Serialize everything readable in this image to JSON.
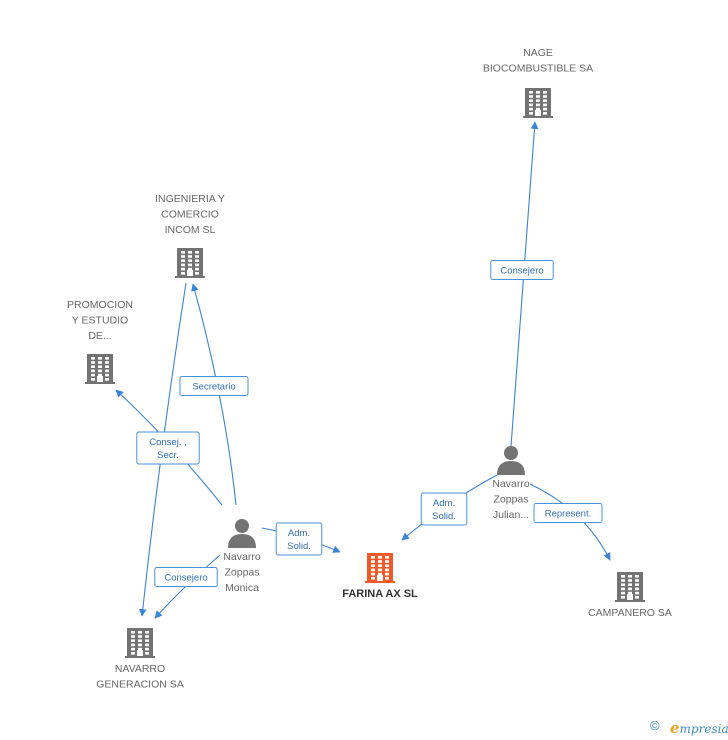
{
  "colors": {
    "edge": "#3a84d6",
    "building": "#737373",
    "building_main": "#f05a28",
    "person": "#737373"
  },
  "nodes": [
    {
      "id": "nage",
      "type": "company",
      "lines": [
        "NAGE",
        "BIOCOMBUSTIBLE SA"
      ],
      "icon": "building-icon"
    },
    {
      "id": "ingenieria",
      "type": "company",
      "lines": [
        "INGENIERIA Y",
        "COMERCIO",
        "INCOM SL"
      ],
      "icon": "building-icon"
    },
    {
      "id": "promocion",
      "type": "company",
      "lines": [
        "PROMOCION",
        "Y ESTUDIO",
        "DE..."
      ],
      "icon": "building-icon"
    },
    {
      "id": "farina",
      "type": "company",
      "main": true,
      "lines": [
        "FARINA AX SL"
      ],
      "icon": "building-icon"
    },
    {
      "id": "campanero",
      "type": "company",
      "lines": [
        "CAMPANERO SA"
      ],
      "icon": "building-icon"
    },
    {
      "id": "navarro_gen",
      "type": "company",
      "lines": [
        "NAVARRO",
        "GENERACION SA"
      ],
      "icon": "building-icon"
    },
    {
      "id": "monica",
      "type": "person",
      "lines": [
        "Navarro",
        "Zoppas",
        "Monica"
      ],
      "icon": "person-icon"
    },
    {
      "id": "julian",
      "type": "person",
      "lines": [
        "Navarro",
        "Zoppas",
        "Julian..."
      ],
      "icon": "person-icon"
    }
  ],
  "edges": [
    {
      "id": "julian-nage",
      "from": "julian",
      "to": "nage",
      "label": [
        "Consejero"
      ]
    },
    {
      "id": "julian-farina",
      "from": "julian",
      "to": "farina",
      "label": [
        "Adm.",
        "Solid."
      ]
    },
    {
      "id": "julian-campanero",
      "from": "julian",
      "to": "campanero",
      "label": [
        "Represent."
      ]
    },
    {
      "id": "monica-farina",
      "from": "monica",
      "to": "farina",
      "label": [
        "Adm.",
        "Solid."
      ]
    },
    {
      "id": "monica-ingenieria",
      "from": "monica",
      "to": "ingenieria",
      "label": [
        "Secretario"
      ]
    },
    {
      "id": "monica-promocion",
      "from": "monica",
      "to": "promocion",
      "label": [
        "Consej. ,",
        "Secr."
      ]
    },
    {
      "id": "monica-navarro",
      "from": "monica",
      "to": "navarro_gen",
      "label": [
        "Consejero"
      ]
    },
    {
      "id": "ingenieria-navarro",
      "from": "ingenieria",
      "to": "navarro_gen",
      "label": []
    }
  ],
  "footer": {
    "copyright": "©",
    "brand_initial": "e",
    "brand_rest": "mpresia"
  }
}
